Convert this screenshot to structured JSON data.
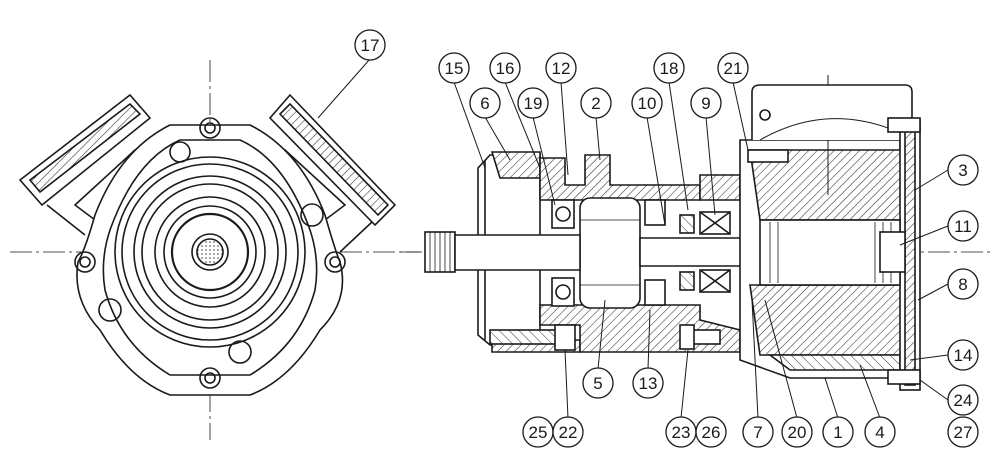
{
  "colors": {
    "ink": "#1a1a1a",
    "hatch": "#3a3a3a",
    "background": "#ffffff"
  },
  "callouts": [
    {
      "id": "c17",
      "label": "17"
    },
    {
      "id": "c15",
      "label": "15"
    },
    {
      "id": "c16",
      "label": "16"
    },
    {
      "id": "c12",
      "label": "12"
    },
    {
      "id": "c18",
      "label": "18"
    },
    {
      "id": "c21",
      "label": "21"
    },
    {
      "id": "c6",
      "label": "6"
    },
    {
      "id": "c19",
      "label": "19"
    },
    {
      "id": "c2",
      "label": "2"
    },
    {
      "id": "c10",
      "label": "10"
    },
    {
      "id": "c9",
      "label": "9"
    },
    {
      "id": "c3",
      "label": "3"
    },
    {
      "id": "c11",
      "label": "11"
    },
    {
      "id": "c8",
      "label": "8"
    },
    {
      "id": "c14",
      "label": "14"
    },
    {
      "id": "c24",
      "label": "24"
    },
    {
      "id": "c27",
      "label": "27"
    },
    {
      "id": "c5",
      "label": "5"
    },
    {
      "id": "c13",
      "label": "13"
    },
    {
      "id": "c25",
      "label": "25"
    },
    {
      "id": "c22",
      "label": "22"
    },
    {
      "id": "c23",
      "label": "23"
    },
    {
      "id": "c26",
      "label": "26"
    },
    {
      "id": "c7",
      "label": "7"
    },
    {
      "id": "c20",
      "label": "20"
    },
    {
      "id": "c1",
      "label": "1"
    },
    {
      "id": "c4",
      "label": "4"
    }
  ]
}
